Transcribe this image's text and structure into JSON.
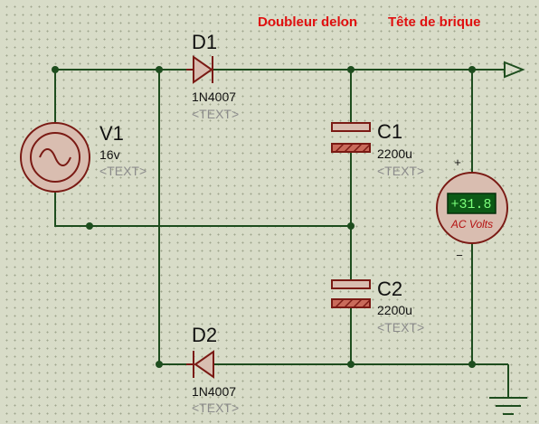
{
  "header": {
    "title_left": "Doubleur delon",
    "title_right": "Tête de brique"
  },
  "source": {
    "ref": "V1",
    "value": "16v",
    "text": "<TEXT>"
  },
  "diode1": {
    "ref": "D1",
    "value": "1N4007",
    "text": "<TEXT>"
  },
  "diode2": {
    "ref": "D2",
    "value": "1N4007",
    "text": "<TEXT>"
  },
  "cap1": {
    "ref": "C1",
    "value": "2200u",
    "text": "<TEXT>"
  },
  "cap2": {
    "ref": "C2",
    "value": "2200u",
    "text": "<TEXT>"
  },
  "voltmeter": {
    "reading": "+31.8",
    "units": "AC Volts",
    "plus": "+",
    "minus": "−"
  },
  "colors": {
    "wire": "#1e4d1e",
    "component": "#7a1a14",
    "header_text": "#e01010",
    "lcd_background": "#0d5a16",
    "lcd_text": "#7cff7c"
  },
  "icons": {
    "source": "ac-voltage-source-icon",
    "diode": "diode-icon",
    "capacitor": "polarized-capacitor-icon",
    "voltmeter": "ac-voltmeter-icon",
    "ground": "ground-icon",
    "output": "output-terminal-icon"
  }
}
